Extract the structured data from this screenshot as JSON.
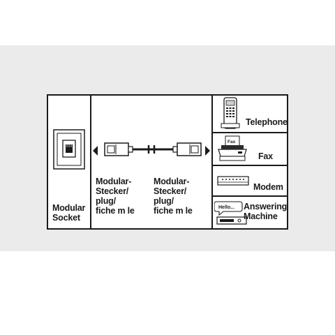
{
  "socket": {
    "line1": "Modular",
    "line2": "Socket"
  },
  "plug_left": {
    "line1": "Modular-",
    "line2": "Stecker/",
    "line3": "plug/",
    "line4": "fiche m le"
  },
  "plug_right": {
    "line1": "Modular-",
    "line2": "Stecker/",
    "line3": "plug/",
    "line4": "fiche m le"
  },
  "devices": {
    "telephone": "Telephone",
    "fax": "Fax",
    "fax_screen": "Fax",
    "modem": "Modem",
    "answering_line1": "Answering",
    "answering_line2": "Machine",
    "bubble": "Hello..."
  },
  "icons": [
    "wall-socket-icon",
    "arrow-left-icon",
    "modular-cable-icon",
    "arrow-right-icon",
    "telephone-icon",
    "fax-icon",
    "modem-icon",
    "answering-machine-icon"
  ]
}
